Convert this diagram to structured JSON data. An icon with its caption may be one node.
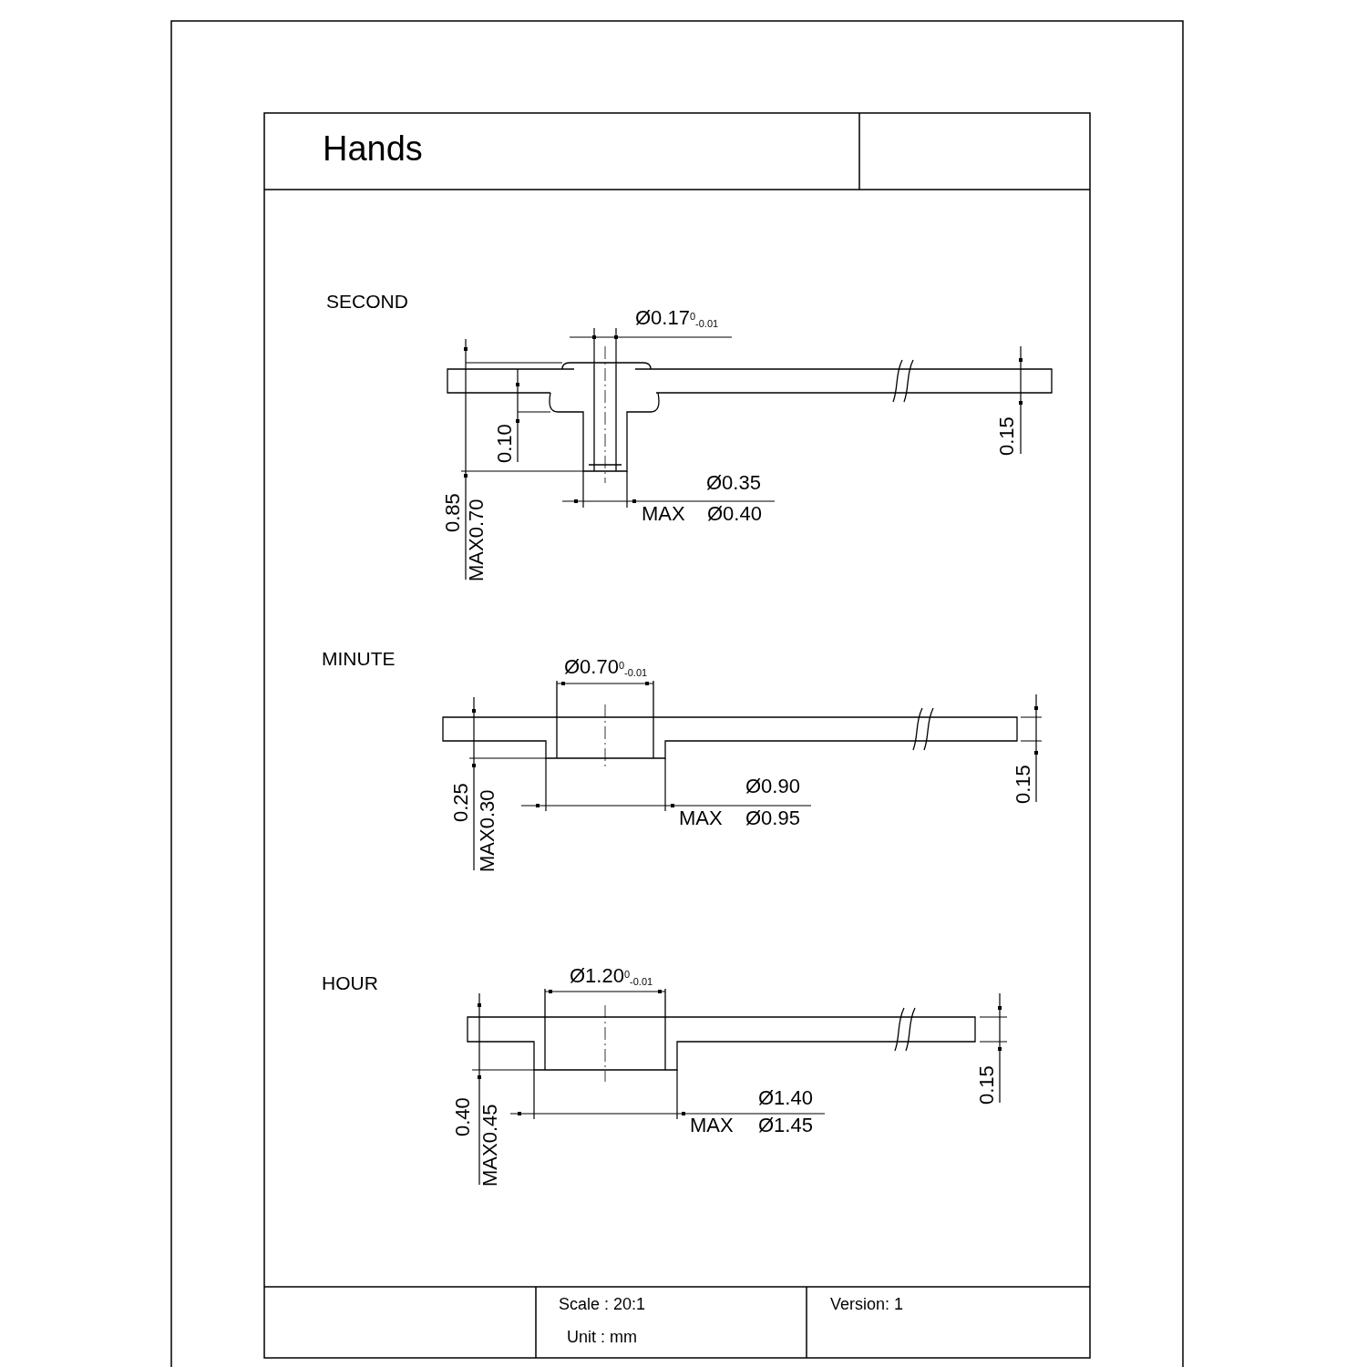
{
  "diagram": {
    "title": "Hands",
    "labels": [
      "SECOND",
      "Ø0.17$^{0}$$_{-0.01}$",
      "0.10",
      "0.15",
      "0.85",
      "MAX0.70",
      "Ø0.35",
      "MAX",
      "Ø0.40",
      "MINUTE",
      "Ø0.70$^{0}$$_{-0.01}$",
      "0.25",
      "MAX0.30",
      "0.15",
      "Ø0.90",
      "MAX",
      "Ø0.95",
      "HOUR",
      "Ø1.20$^{0}$$_{-0.01}$",
      "0.40",
      "MAX0.45",
      "0.15",
      "Ø1.40",
      "MAX",
      "Ø1.45",
      "Scale : 20:1",
      "Unit : mm",
      "Version: 1"
    ]
  }
}
